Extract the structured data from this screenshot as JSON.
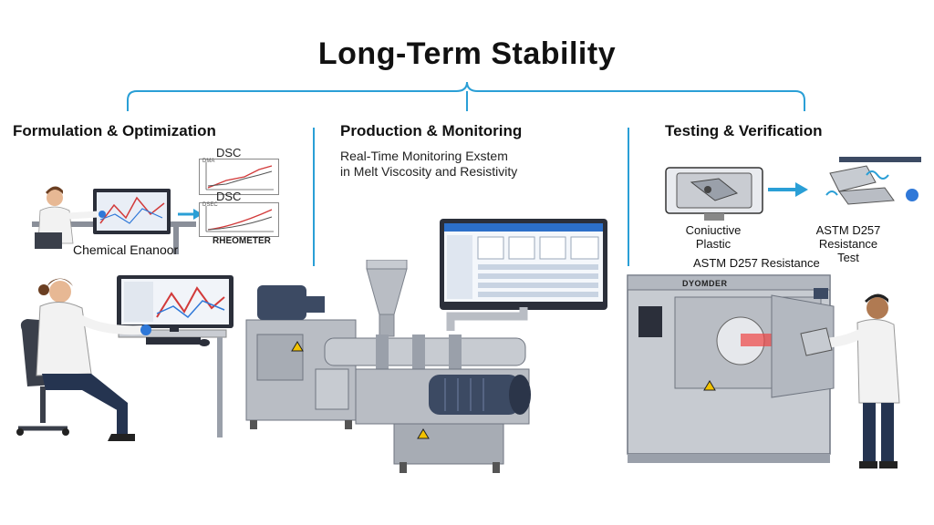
{
  "title": "Long-Term Stability",
  "columns": {
    "left": {
      "heading": "Formulation & Optimization",
      "chart_labels": [
        "DSC",
        "DSC",
        "RHEOMETER"
      ],
      "chart_mini_labels": [
        "DMA",
        "DSEC"
      ],
      "caption": "Chemical Enanoor"
    },
    "middle": {
      "heading": "Production & Monitoring",
      "description_line1": "Real-Time Monitoring Exstem",
      "description_line2": "in Melt Viscosity and Resistivity"
    },
    "right": {
      "heading": "Testing & Verification",
      "sample_caption_line1": "Coniuctive",
      "sample_caption_line2": "Plastic",
      "test_caption_line1": "ASTM D257",
      "test_caption_line2": "Resistance",
      "test_caption_line3": "Test",
      "chamber_caption": "ASTM D257 Resistance",
      "chamber_brand": "DYOMDER"
    }
  },
  "colors": {
    "connector": "#2a9fd6",
    "metal": "#b9bdc4",
    "dark_metal": "#3c4a63",
    "screen": "#2c6fc9",
    "glove": "#2f78d8",
    "coat": "#f2f2f2"
  }
}
